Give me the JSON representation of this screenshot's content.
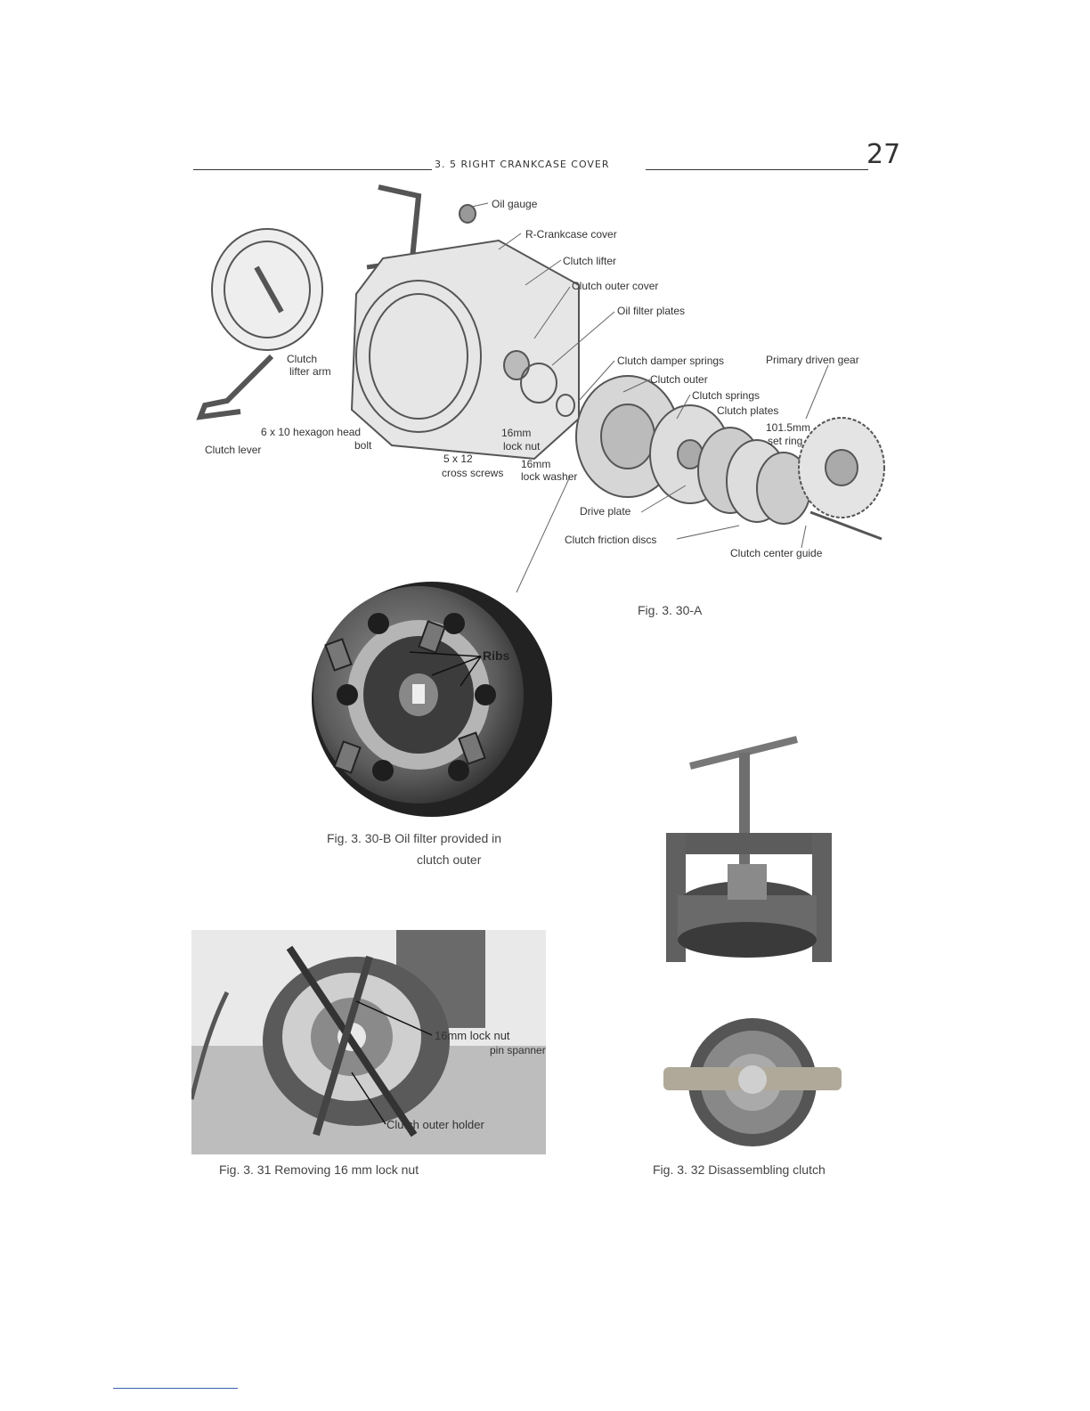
{
  "header": {
    "section": "3. 5   RIGHT CRANKCASE COVER",
    "page_number": "27"
  },
  "figure_30a": {
    "caption": "Fig. 3. 30-A",
    "labels": {
      "oil_gauge": "Oil gauge",
      "r_crankcase_cover": "R-Crankcase cover",
      "clutch_lifter": "Clutch lifter",
      "clutch_outer_cover": "Clutch outer cover",
      "oil_filter_plates": "Oil filter plates",
      "clutch_damper_springs": "Clutch damper springs",
      "primary_driven_gear": "Primary driven gear",
      "clutch_outer": "Clutch outer",
      "clutch_springs": "Clutch springs",
      "clutch_plates": "Clutch plates",
      "set_ring_size": "101.5mm",
      "set_ring": "set ring",
      "clutch_lifter_arm_1": "Clutch",
      "clutch_lifter_arm_2": "lifter arm",
      "hex_bolt_1": "6 x 10 hexagon head",
      "hex_bolt_2": "bolt",
      "clutch_lever": "Clutch lever",
      "lock_nut_1": "16mm",
      "lock_nut_2": "lock nut",
      "cross_screws_1": "5 x 12",
      "cross_screws_2": "cross screws",
      "lock_washer_1": "16mm",
      "lock_washer_2": "lock washer",
      "drive_plate": "Drive plate",
      "clutch_friction_discs": "Clutch friction discs",
      "clutch_center_guide": "Clutch center guide"
    }
  },
  "figure_30b": {
    "label_ribs": "Ribs",
    "caption_line1": "Fig. 3. 30-B    Oil filter provided in",
    "caption_line2": "clutch outer"
  },
  "figure_31": {
    "label_lock_nut_1": "16mm lock nut",
    "label_lock_nut_2": "pin spanner",
    "label_holder": "Clutch outer holder",
    "caption": "Fig. 3. 31    Removing 16 mm lock nut"
  },
  "figure_32": {
    "caption": "Fig. 3. 32    Disassembling clutch"
  }
}
